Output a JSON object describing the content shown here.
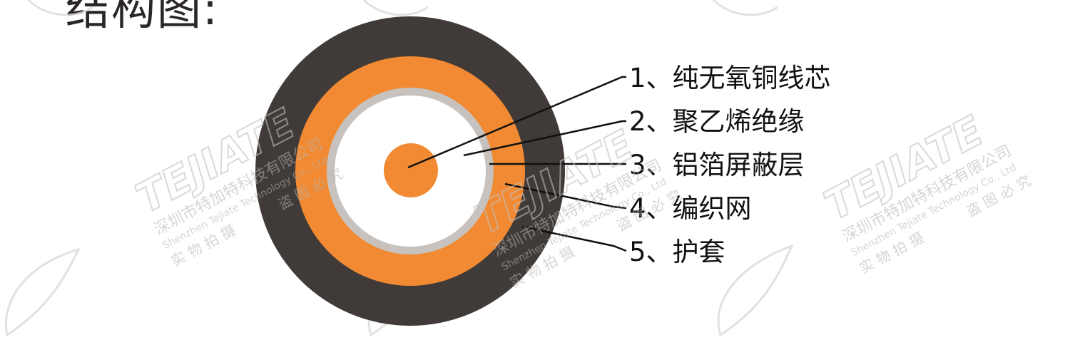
{
  "title": "结构图:",
  "labels": [
    {
      "id": 1,
      "text": "1、纯无氧铜线芯"
    },
    {
      "id": 2,
      "text": "2、聚乙烯绝缘"
    },
    {
      "id": 3,
      "text": "3、铝箔屏蔽层"
    },
    {
      "id": 4,
      "text": "4、编织网"
    },
    {
      "id": 5,
      "text": "5、护套"
    }
  ],
  "layer_colors": {
    "jacket": "#403a39",
    "braid": "#f18a32",
    "foil": "#c7c2be",
    "insulation": "#ffffff",
    "core": "#f18a32"
  },
  "watermark": {
    "brand": "TEJIATE",
    "company_cn": "深圳市特加特科技有限公司",
    "company_en": "Shenzhen Tejiate Technology Co., Ltd",
    "note_left": "实 物 拍 摄",
    "note_right": "盗 图 必 究"
  }
}
